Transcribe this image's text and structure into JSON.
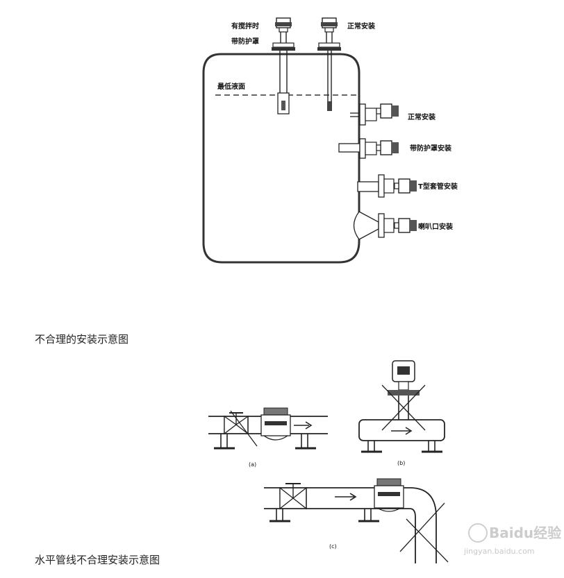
{
  "tank_diagram": {
    "labels": {
      "top_left_line1": "有搅拌时",
      "top_left_line2": "带防护罩",
      "top_right": "正常安装",
      "min_level": "最低液面",
      "side_normal": "正常安装",
      "side_shield": "带防护罩安装",
      "side_tee": "T型套管安装",
      "side_horn": "喇叭口安装"
    }
  },
  "captions": {
    "improper_install": "不合理的安装示意图",
    "horizontal_improper": "水平管线不合理安装示意图"
  },
  "pipe_diagrams": {
    "label_a": "(a)",
    "label_b": "(b)",
    "label_c": "(c)"
  },
  "watermark": {
    "brand": "Baidu经验",
    "url": "jingyan.baidu.com"
  }
}
